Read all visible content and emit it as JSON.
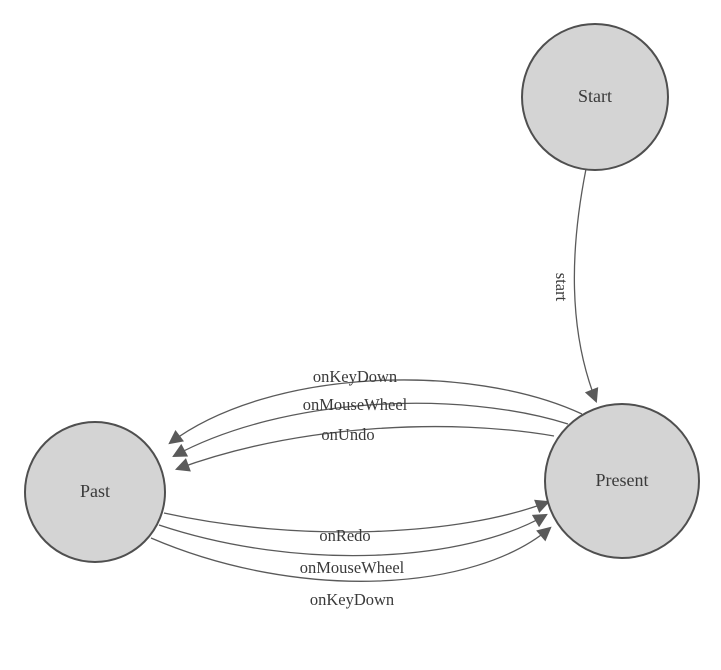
{
  "diagram": {
    "type": "finite-state-machine",
    "nodes": [
      {
        "id": "start",
        "label": "Start"
      },
      {
        "id": "past",
        "label": "Past"
      },
      {
        "id": "present",
        "label": "Present"
      }
    ],
    "edges": [
      {
        "from": "start",
        "to": "present",
        "label": "start"
      },
      {
        "from": "present",
        "to": "past",
        "label": "onKeyDown"
      },
      {
        "from": "present",
        "to": "past",
        "label": "onMouseWheel"
      },
      {
        "from": "present",
        "to": "past",
        "label": "onUndo"
      },
      {
        "from": "past",
        "to": "present",
        "label": "onRedo"
      },
      {
        "from": "past",
        "to": "present",
        "label": "onMouseWheel"
      },
      {
        "from": "past",
        "to": "present",
        "label": "onKeyDown"
      }
    ]
  },
  "colors": {
    "node_fill": "#d4d4d4",
    "node_stroke": "#4f4f4f",
    "edge_stroke": "#5a5a5a",
    "arrow_fill": "#5a5a5a",
    "label_text": "#3a3a3a"
  }
}
